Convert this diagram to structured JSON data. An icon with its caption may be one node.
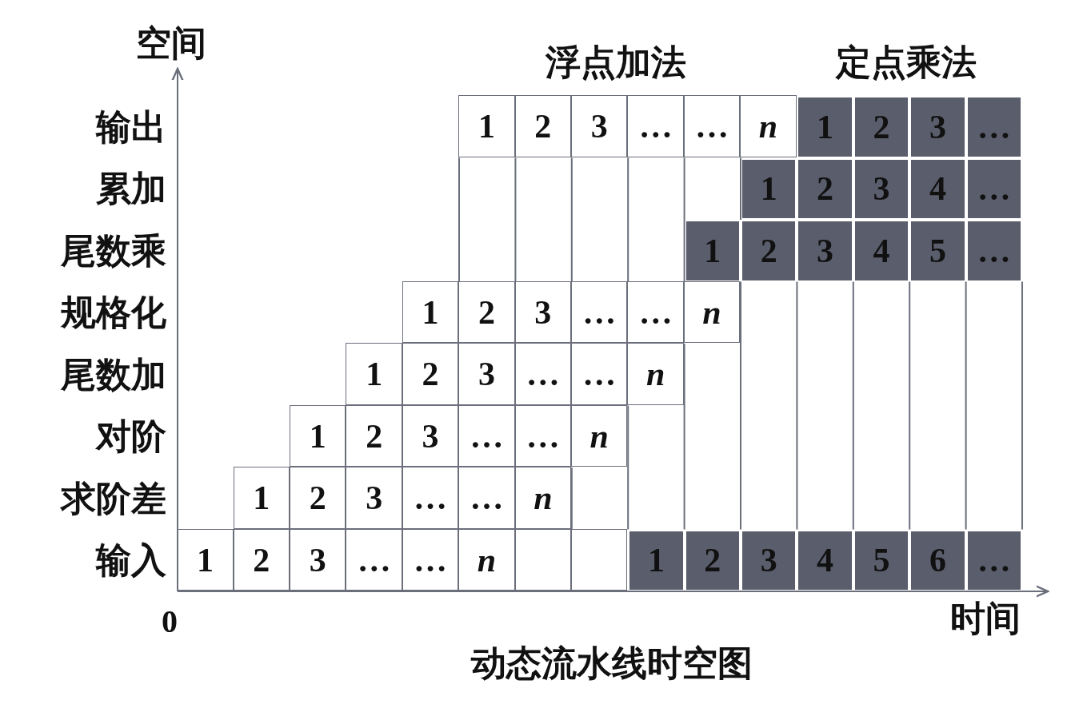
{
  "diagram": {
    "caption": "动态流水线时空图",
    "nodes": [
      {
        "text": [
          "1"
        ]
      },
      {
        "text": [
          "2"
        ]
      },
      {
        "text": [
          "3"
        ]
      },
      {
        "text": [
          "…"
        ]
      },
      {
        "text": [
          "…"
        ]
      },
      {
        "text": [
          "n"
        ]
      },
      {
        "text": [
          "1"
        ]
      },
      {
        "text": [
          "2"
        ]
      },
      {
        "text": [
          "3"
        ]
      },
      {
        "text": [
          "…"
        ]
      },
      {
        "text": [
          "1"
        ]
      },
      {
        "text": [
          "2"
        ]
      },
      {
        "text": [
          "3"
        ]
      },
      {
        "text": [
          "4"
        ]
      },
      {
        "text": [
          "…"
        ]
      },
      {
        "text": [
          "1"
        ]
      },
      {
        "text": [
          "2"
        ]
      },
      {
        "text": [
          "3"
        ]
      },
      {
        "text": [
          "4"
        ]
      },
      {
        "text": [
          "5"
        ]
      },
      {
        "text": [
          "…"
        ]
      },
      {
        "text": [
          "1"
        ]
      },
      {
        "text": [
          "2"
        ]
      },
      {
        "text": [
          "3"
        ]
      },
      {
        "text": [
          "…"
        ]
      },
      {
        "text": [
          "…"
        ]
      },
      {
        "text": [
          "n"
        ]
      },
      {
        "text": [
          "1"
        ]
      },
      {
        "text": [
          "2"
        ]
      },
      {
        "text": [
          "3"
        ]
      },
      {
        "text": [
          "…"
        ]
      },
      {
        "text": [
          "…"
        ]
      },
      {
        "text": [
          "n"
        ]
      },
      {
        "text": [
          "1"
        ]
      },
      {
        "text": [
          "2"
        ]
      },
      {
        "text": [
          "3"
        ]
      },
      {
        "text": [
          "…"
        ]
      },
      {
        "text": [
          "…"
        ]
      },
      {
        "text": [
          "n"
        ]
      },
      {
        "text": [
          "1"
        ]
      },
      {
        "text": [
          "2"
        ]
      },
      {
        "text": [
          "3"
        ]
      },
      {
        "text": [
          "…"
        ]
      },
      {
        "text": [
          "…"
        ]
      },
      {
        "text": [
          "n"
        ]
      },
      {
        "text": [
          "1"
        ]
      },
      {
        "text": [
          "2"
        ]
      },
      {
        "text": [
          "3"
        ]
      },
      {
        "text": [
          "…"
        ]
      },
      {
        "text": [
          "…"
        ]
      },
      {
        "text": [
          "n"
        ]
      },
      {
        "text": [],
        "shape": "box"
      },
      {
        "text": [],
        "shape": "box"
      },
      {
        "text": [
          "1"
        ]
      },
      {
        "text": [
          "2"
        ]
      },
      {
        "text": [
          "3"
        ]
      },
      {
        "text": [
          "4"
        ]
      },
      {
        "text": [
          "5"
        ]
      },
      {
        "text": [
          "6"
        ]
      },
      {
        "text": [
          "…"
        ]
      }
    ],
    "labels": [
      "空间",
      "浮点加法",
      "定点乘法",
      "输出",
      "累加",
      "尾数乘",
      "规格化",
      "尾数加",
      "对阶",
      "求阶差",
      "输入",
      "0",
      "时间"
    ]
  }
}
